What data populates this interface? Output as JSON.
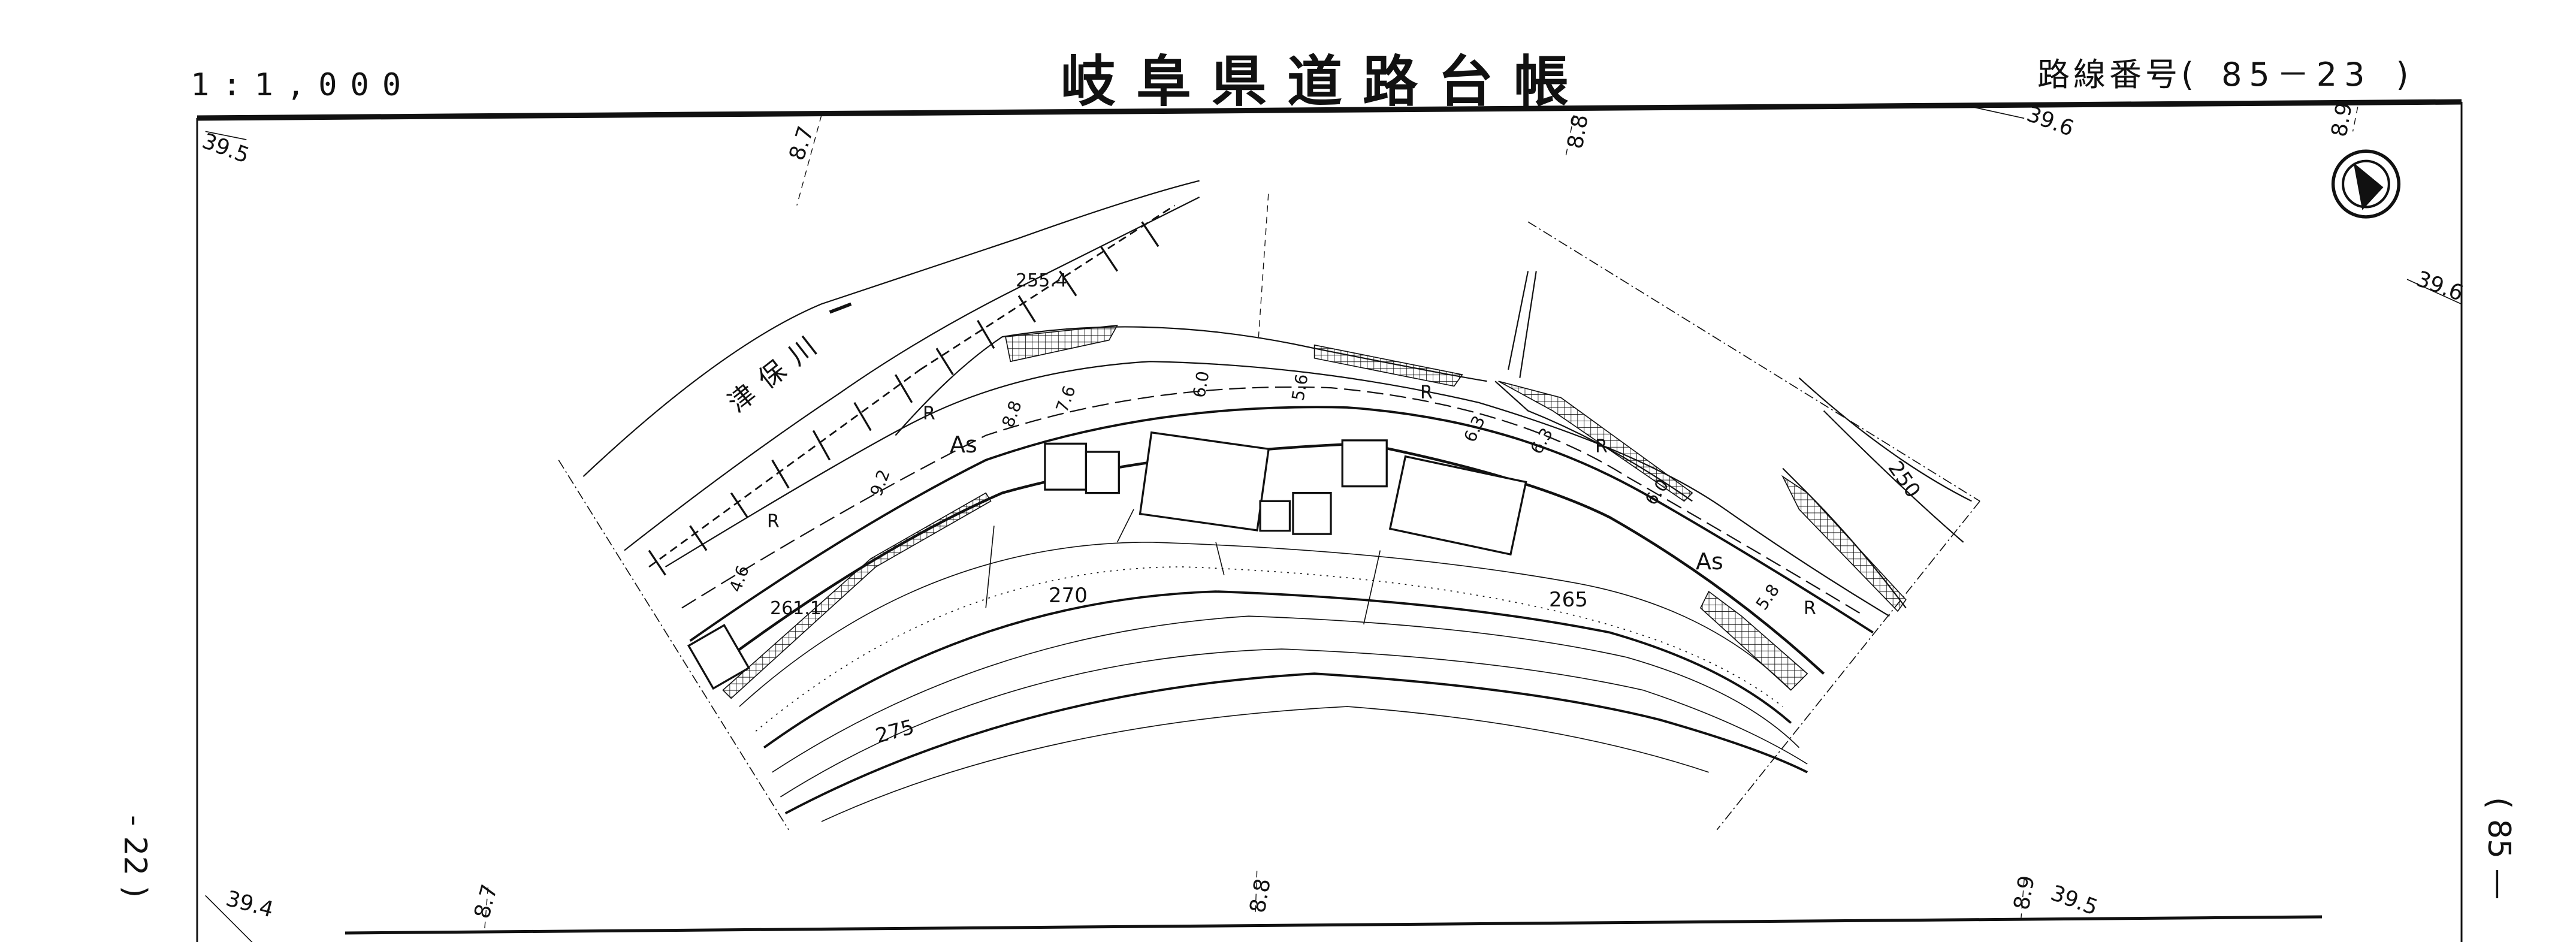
{
  "header": {
    "scale": "1:1,000",
    "title": "岐阜県道路台帳",
    "route_label": "路線番号(",
    "route_number": "85－23",
    "route_close": ")"
  },
  "edges": {
    "left": "- 22 )",
    "right": "( 85 —"
  },
  "grid_labels": {
    "top": [
      "39.5",
      "8.7",
      "8.8",
      "39.6",
      "8.9"
    ],
    "right": "39.6",
    "bottom": [
      "39.4",
      "8.7",
      "8.8",
      "8.9",
      "39.5"
    ]
  },
  "map": {
    "river_name": "津保川",
    "elevations": [
      "255.4",
      "261.1",
      "270",
      "265",
      "275",
      "250"
    ],
    "surface_labels": [
      "As",
      "As"
    ],
    "rail_labels": [
      "R",
      "R",
      "R",
      "R",
      "R"
    ],
    "widths": [
      "8.8",
      "7.6",
      "9.2",
      "6.0",
      "5.6",
      "6.3",
      "6.3",
      "6.0",
      "5.8",
      "4.6"
    ],
    "north_arrow_icon": "north-arrow-icon"
  }
}
